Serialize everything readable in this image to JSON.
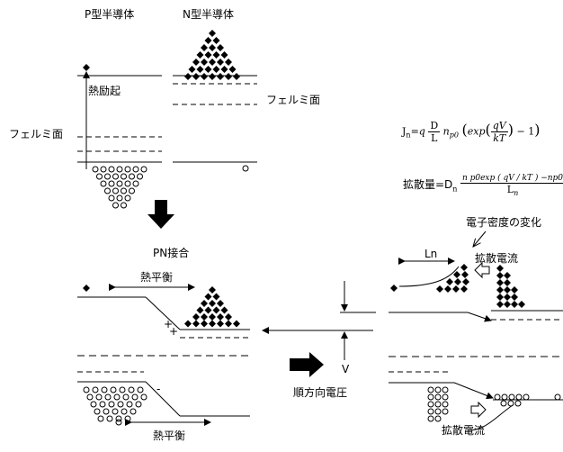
{
  "labels": {
    "p_type": "P型半導体",
    "n_type": "N型半導体",
    "thermal_excitation": "熱励起",
    "fermi_left": "フェルミ面",
    "fermi_right": "フェルミ面",
    "pn_junction": "PN接合",
    "thermal_eq_top": "熱平衡",
    "thermal_eq_bottom": "熱平衡",
    "voltage": "V",
    "forward_voltage": "順方向電圧",
    "density_change": "電子密度の変化",
    "ln": "Ln",
    "diffusion_current_top": "拡散電流",
    "diffusion_current_bottom": "拡散電流",
    "plus": "+",
    "minus": "-"
  },
  "formulas": {
    "jn_lhs": "J",
    "jn_sub": "n",
    "jn_eq": "=q",
    "jn_num": "D",
    "jn_den": "L",
    "np0": "n",
    "np0_sub": "p0",
    "exp": "exp",
    "qv": "qV",
    "kt": "kT",
    "minus_one": "− 1",
    "diff_lhs": "拡散量=D",
    "diff_sub": "n",
    "diff_num": "n p0exp ( qV / kT ) −np0",
    "diff_den": "L",
    "diff_den_sub": "n"
  },
  "colors": {
    "ink": "#000000",
    "background": "#ffffff"
  }
}
